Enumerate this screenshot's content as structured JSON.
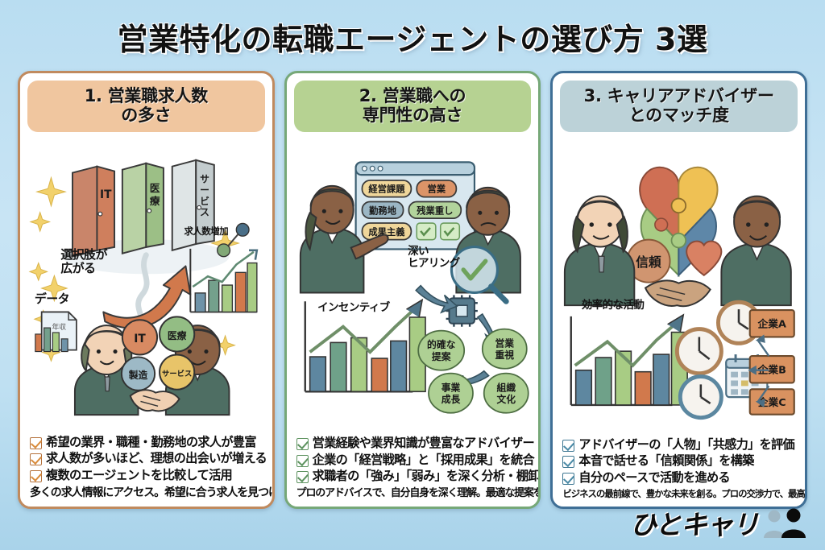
{
  "title": "営業特化の転職エージェントの選び方 3選",
  "background_color": "#bcdff2",
  "columns": [
    {
      "id": "col1",
      "heading_line1": "1. 営業職求人数",
      "heading_line2": "の多さ",
      "border_color": "#c08a5e",
      "header_bg": "#f0c69f",
      "illustration": {
        "doors": [
          {
            "label": "IT",
            "color": "#cf7f5d"
          },
          {
            "label": "医療",
            "color": "#9cbf86"
          },
          {
            "label": "サービス",
            "color": "#c3ccce"
          }
        ],
        "arrow_label_line1": "選択肢が",
        "arrow_label_line2": "広がる",
        "chart_label": "求人数増加",
        "data_label": "データ",
        "industry_bubbles": [
          {
            "label": "IT",
            "color": "#d88a62"
          },
          {
            "label": "医療",
            "color": "#93bd84"
          },
          {
            "label": "製造",
            "color": "#9db9c6"
          },
          {
            "label": "サービス",
            "color": "#e8c469"
          }
        ]
      },
      "bullets": [
        "希望の業界・職種・勤務地の求人が豊富",
        "求人数が多いほど、理想の出会いが増える",
        "複数のエージェントを比較して活用"
      ],
      "summary": "多くの求人情報にアクセス。希望に合う求人を見つける。"
    },
    {
      "id": "col2",
      "heading_line1": "2. 営業職への",
      "heading_line2": "専門性の高さ",
      "border_color": "#76a878",
      "header_bg": "#b6d292",
      "illustration": {
        "window_tags": [
          {
            "label": "経営課題",
            "color": "#efd69a"
          },
          {
            "label": "営業",
            "color": "#dc9468"
          },
          {
            "label": "勤務地",
            "color": "#9bb6c4"
          },
          {
            "label": "残業重し",
            "color": "#b2d39c"
          },
          {
            "label": "成果主義",
            "color": "#efd69a"
          }
        ],
        "hearing_label_line1": "深い",
        "hearing_label_line2": "ヒアリング",
        "chart_label": "インセンティブ",
        "flow_bubbles": [
          {
            "label_line1": "的確な",
            "label_line2": "提案"
          },
          {
            "label_line1": "営業",
            "label_line2": "重視"
          },
          {
            "label_line1": "事業",
            "label_line2": "成長"
          },
          {
            "label_line1": "組織",
            "label_line2": "文化"
          }
        ]
      },
      "bullets": [
        "営業経験や業界知識が豊富なアドバイザー",
        "企業の「経営戦略」と「採用成果」を統合",
        "求職者の「強み」「弱み」を深く分析・棚卸し"
      ],
      "summary": "プロのアドバイスで、自分自身を深く理解。最適な提案を受ける。"
    },
    {
      "id": "col3",
      "heading_line1": "3. キャリアアドバイザー",
      "heading_line2": "とのマッチ度",
      "border_color": "#3f6f96",
      "header_bg": "#bcd2d8",
      "illustration": {
        "trust_badge": "信頼",
        "puzzle_colors": [
          "#cf6f54",
          "#efc154",
          "#a8cc84",
          "#5e87a8"
        ],
        "chart_label": "効率的な活動",
        "company_boxes": [
          {
            "label": "企業A",
            "color": "#d99260"
          },
          {
            "label": "企業B",
            "color": "#d99260"
          },
          {
            "label": "企業C",
            "color": "#d99260"
          }
        ]
      },
      "bullets": [
        "アドバイザーの「人物」「共感力」を評価",
        "本音で話せる「信頼関係」を構築",
        "自分のペースで活動を進める"
      ],
      "summary": "ビジネスの最前線で、豊かな未来を創る。プロの交渉力で、最高の条件を引き出す。"
    }
  ],
  "logo": {
    "text": "ひとキャリ",
    "icon": "two-people-icon"
  }
}
